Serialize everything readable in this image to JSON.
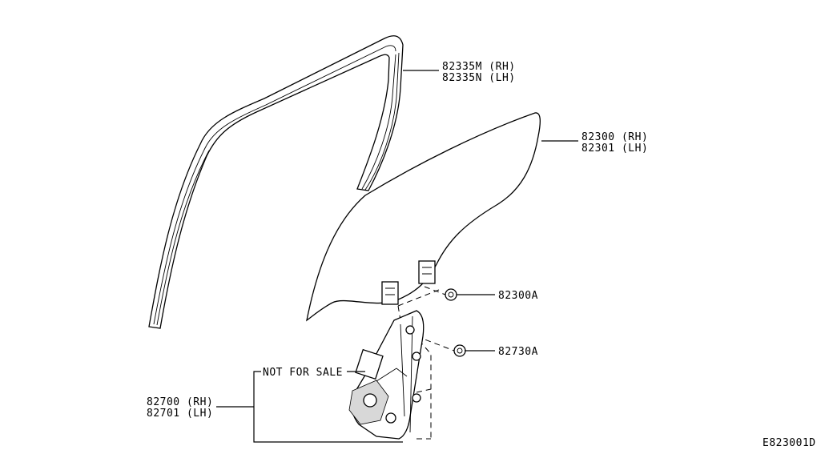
{
  "parts": {
    "sash_rh": "82335M (RH)",
    "sash_lh": "82335N (LH)",
    "glass_rh": "82300 (RH)",
    "glass_lh": "82301 (LH)",
    "bolt_glass": "82300A",
    "bolt_regulator": "82730A",
    "regulator_rh": "82700 (RH)",
    "regulator_lh": "82701 (LH)",
    "not_for_sale": "NOT FOR SALE"
  },
  "diagram_id": "E823001D"
}
